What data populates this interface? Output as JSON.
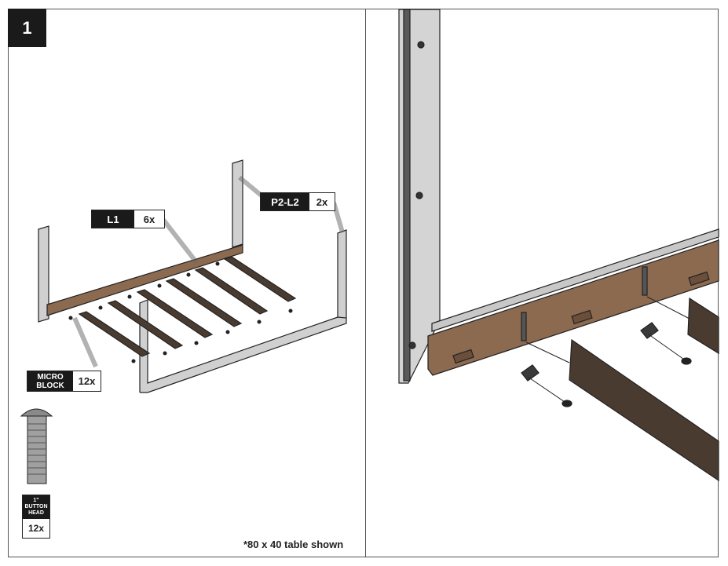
{
  "step": {
    "number": "1"
  },
  "callouts": {
    "l1": {
      "code": "L1",
      "qty": "6x"
    },
    "p2l2": {
      "code": "P2-L2",
      "qty": "2x"
    },
    "micro_block": {
      "code": "MICRO BLOCK",
      "qty": "12x"
    }
  },
  "hardware": {
    "size": "1\"",
    "type": "BUTTON HEAD",
    "qty": "12x"
  },
  "footnote": "*80 x 40 table shown",
  "colors": {
    "wood": "#8b6a50",
    "dark_wood": "#4a3b30",
    "frame": "#c8c8c8",
    "badge": "#1a1a1a"
  }
}
